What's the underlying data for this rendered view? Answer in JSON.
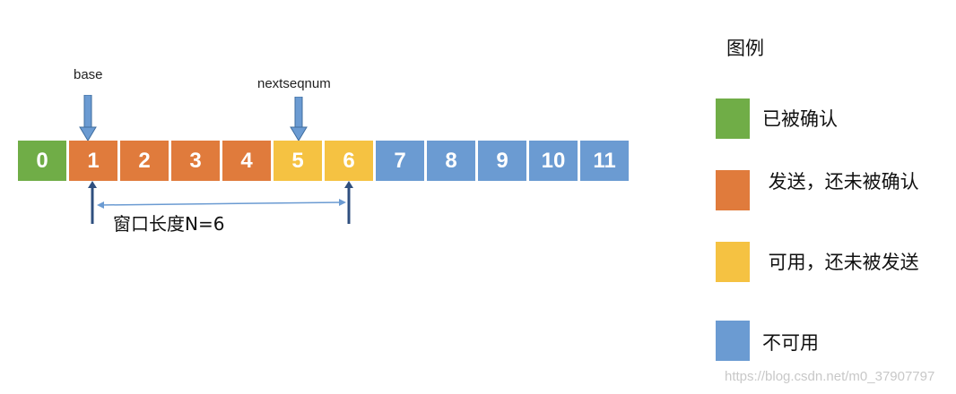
{
  "cells": [
    {
      "label": "0",
      "state": "acked"
    },
    {
      "label": "1",
      "state": "sent"
    },
    {
      "label": "2",
      "state": "sent"
    },
    {
      "label": "3",
      "state": "sent"
    },
    {
      "label": "4",
      "state": "sent"
    },
    {
      "label": "5",
      "state": "usable"
    },
    {
      "label": "6",
      "state": "usable"
    },
    {
      "label": "7",
      "state": "unusable"
    },
    {
      "label": "8",
      "state": "unusable"
    },
    {
      "label": "9",
      "state": "unusable"
    },
    {
      "label": "10",
      "state": "unusable"
    },
    {
      "label": "11",
      "state": "unusable"
    }
  ],
  "colors": {
    "acked": "#70ad47",
    "sent": "#e07b3c",
    "usable": "#f5c242",
    "unusable": "#6b9bd2",
    "arrow": "#6b9bd2"
  },
  "pointers": {
    "base": "base",
    "nextseqnum": "nextseqnum"
  },
  "window_label": "窗口长度N=6",
  "legend": {
    "title": "图例",
    "items": [
      {
        "label": "已被确认",
        "state": "acked"
      },
      {
        "label": " 发送，还未被确认",
        "state": "sent"
      },
      {
        "label": " 可用，还未被发送",
        "state": "usable"
      },
      {
        "label": "不可用",
        "state": "unusable"
      }
    ]
  },
  "watermark": "https://blog.csdn.net/m0_37907797"
}
